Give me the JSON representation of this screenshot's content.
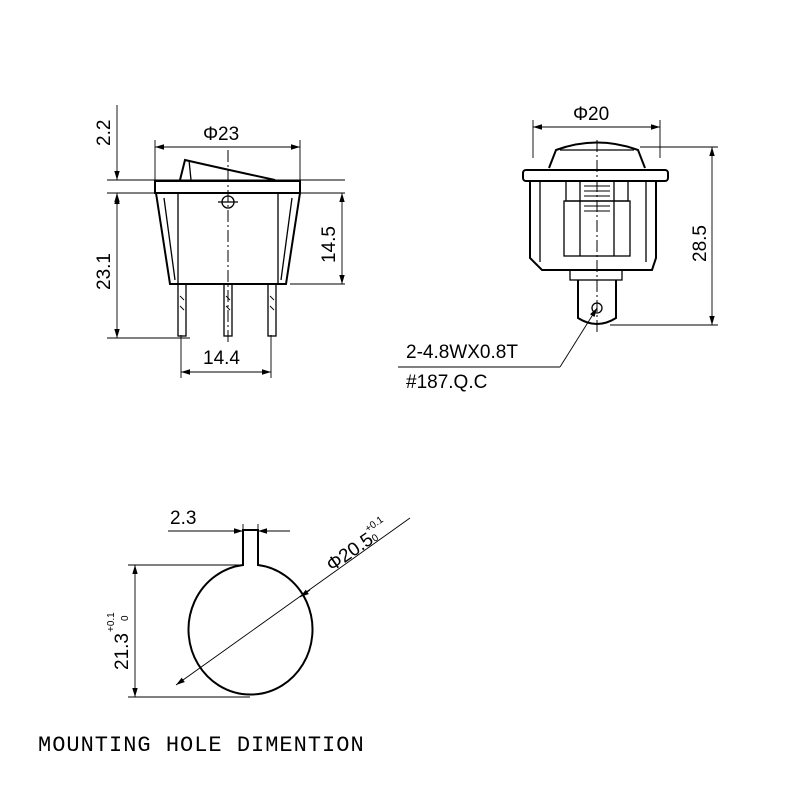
{
  "front_view": {
    "width_dim": "23",
    "height_dim": "23.1",
    "rocker_dim": "2.2",
    "body_dim": "14.5",
    "pin_pitch_dim": "14.4",
    "phi": "Φ"
  },
  "side_view": {
    "width_dim": "20",
    "height_dim": "28.5",
    "phi": "Φ",
    "terminal_note_line1": "2-4.8WX0.8T",
    "terminal_note_line2": "#187.Q.C"
  },
  "mounting_hole": {
    "key_width_dim": "2.3",
    "diameter_dim": "20.5",
    "diameter_tol_upper": "+0.1",
    "diameter_tol_lower": "0",
    "height_dim": "21.3",
    "height_tol_upper": "+0.1",
    "height_tol_lower": "0",
    "phi": "Φ",
    "caption": "MOUNTING HOLE DIMENTION"
  }
}
